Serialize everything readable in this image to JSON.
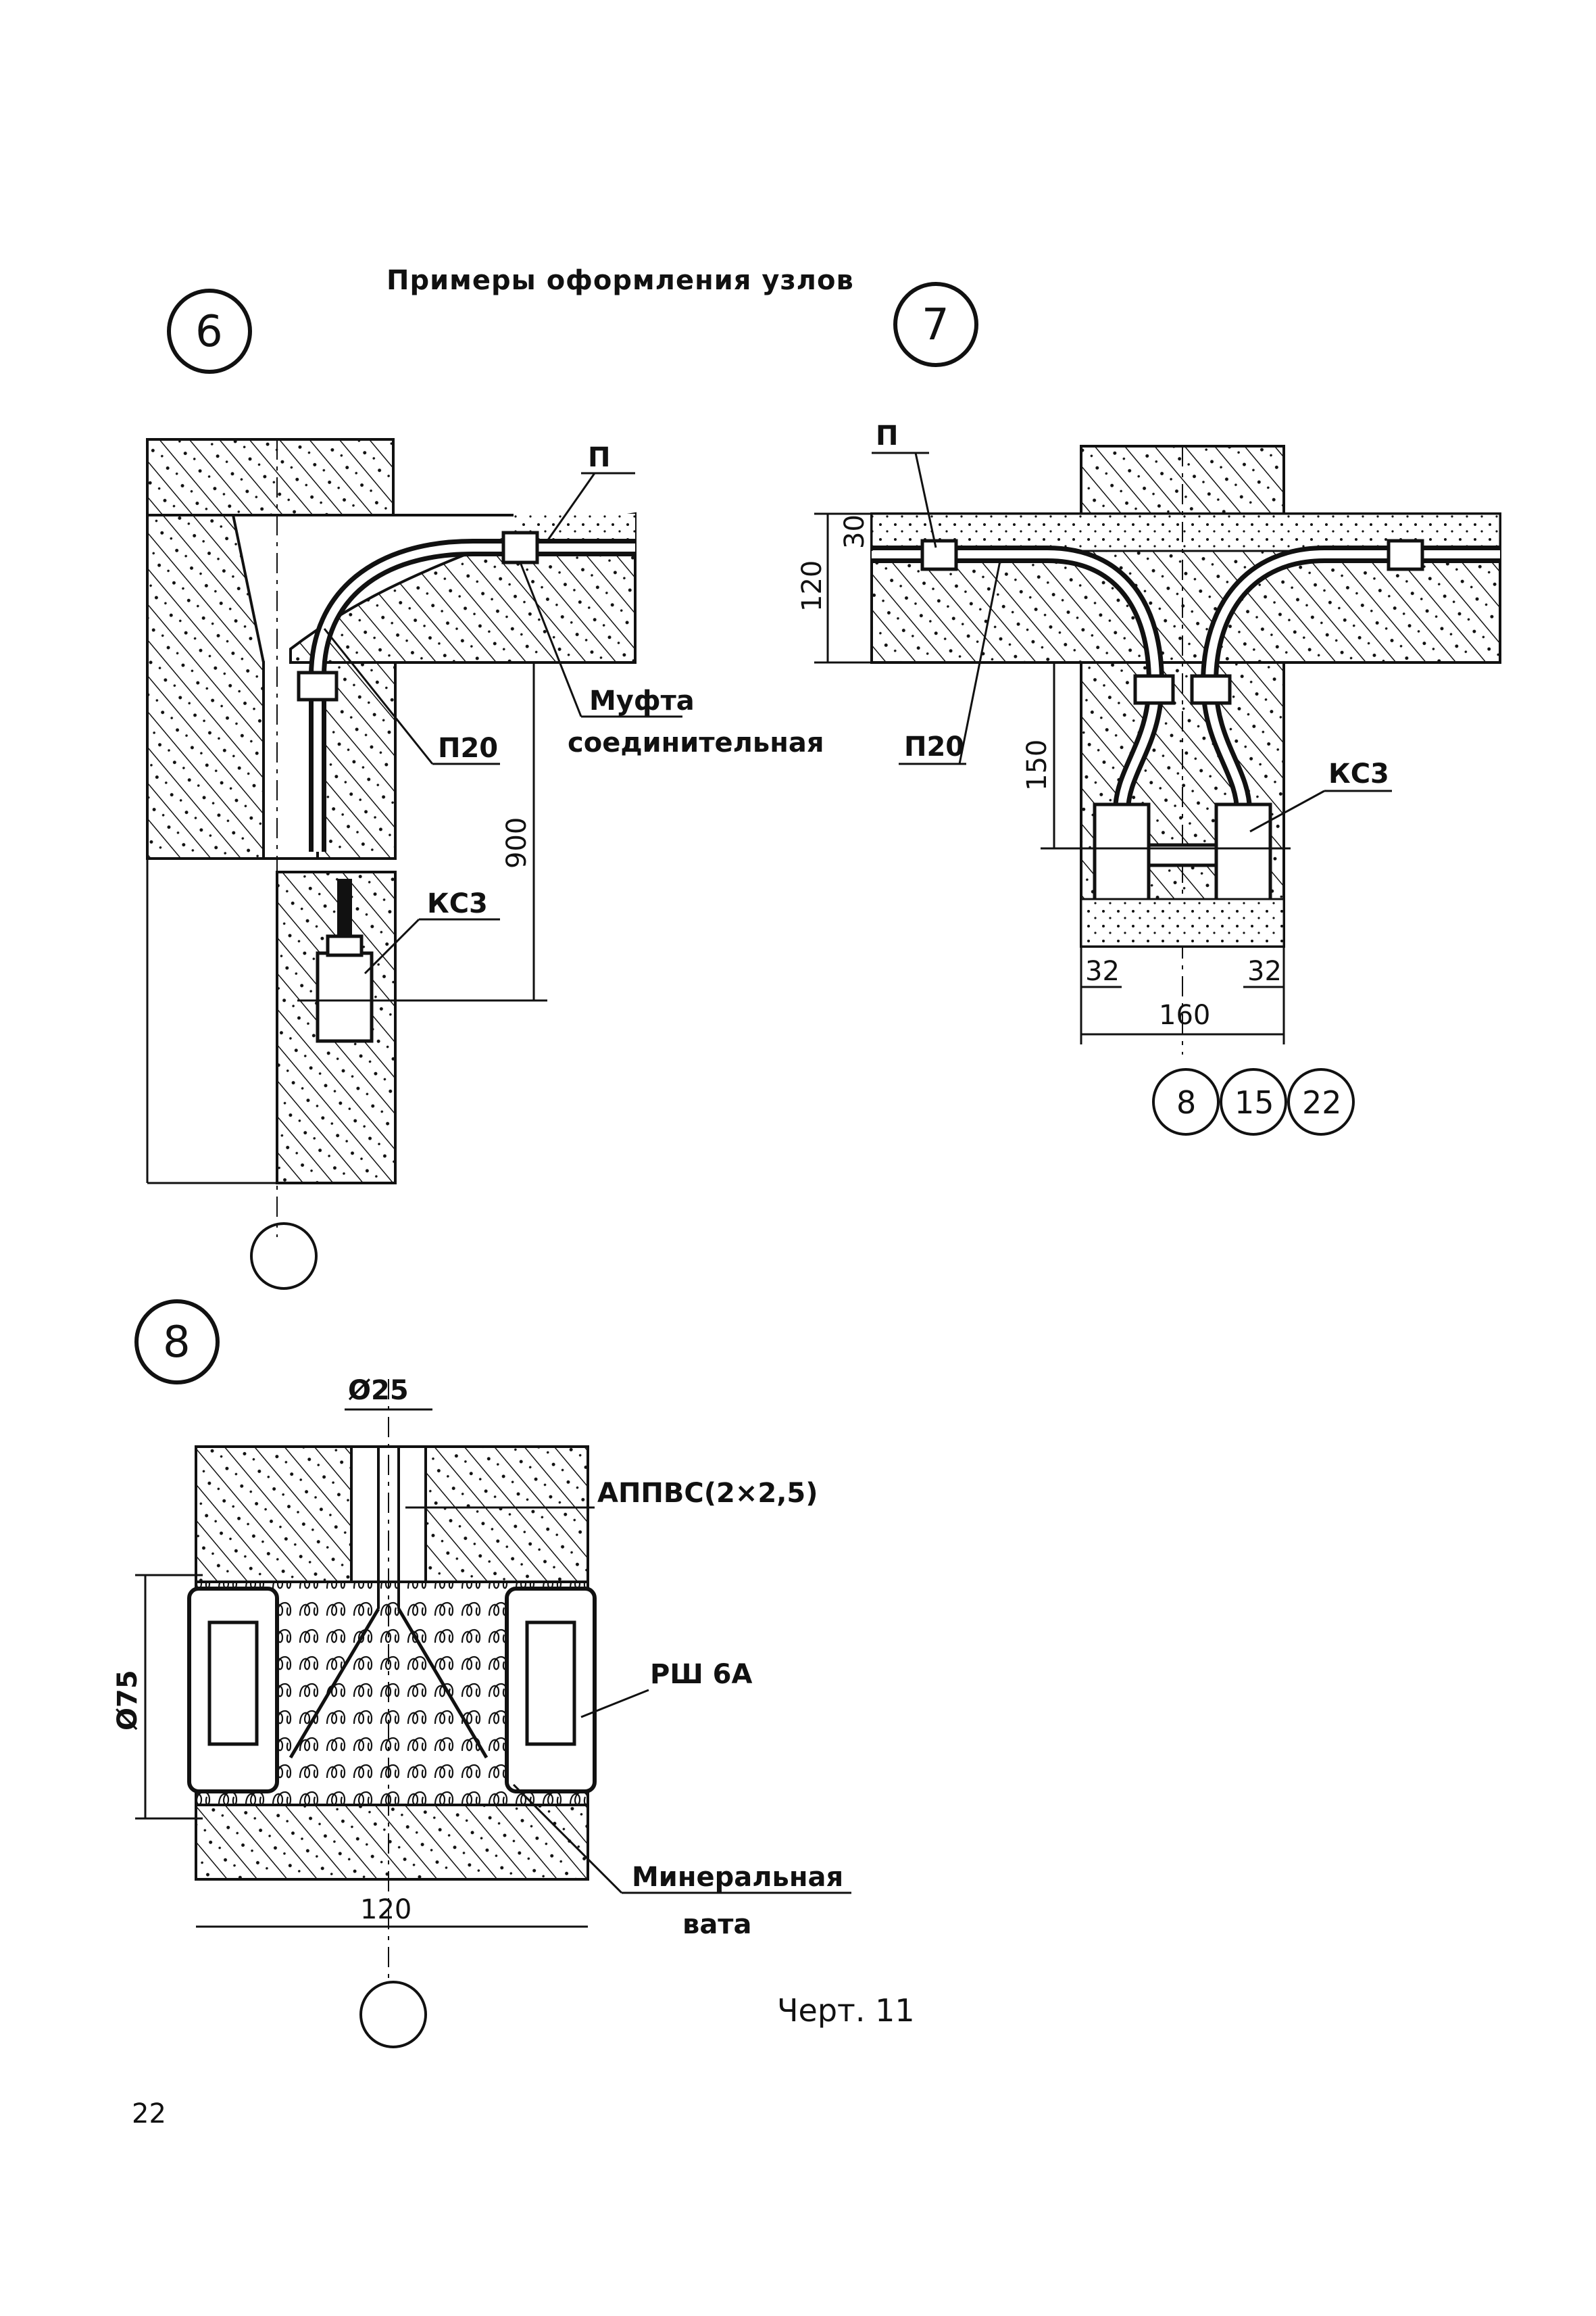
{
  "page": {
    "title": "Примеры оформления узлов",
    "figure_caption": "Черт. 11",
    "page_number": "22"
  },
  "node6": {
    "number": "6",
    "labels": {
      "pipe": "П",
      "pipe_p20": "П20",
      "coupling_1": "Муфта",
      "coupling_2": "соединительная",
      "box": "КС3"
    },
    "dims": {
      "height": "900"
    }
  },
  "node7": {
    "number": "7",
    "labels": {
      "pipe": "П",
      "pipe_p20": "П20",
      "box": "КС3"
    },
    "dims": {
      "top": "30",
      "slab": "120",
      "drop": "150",
      "left": "32",
      "right": "32",
      "width": "160"
    },
    "refs": [
      "8",
      "15",
      "22"
    ]
  },
  "node8": {
    "number": "8",
    "labels": {
      "diameter_top": "Ø25",
      "cable": "АППВС(2×2,5)",
      "diameter_side": "Ø75",
      "clip": "РШ 6А",
      "wool_1": "Минеральная",
      "wool_2": "вата"
    },
    "dims": {
      "width": "120"
    }
  },
  "colors": {
    "ink": "#111111",
    "paper": "#ffffff"
  }
}
